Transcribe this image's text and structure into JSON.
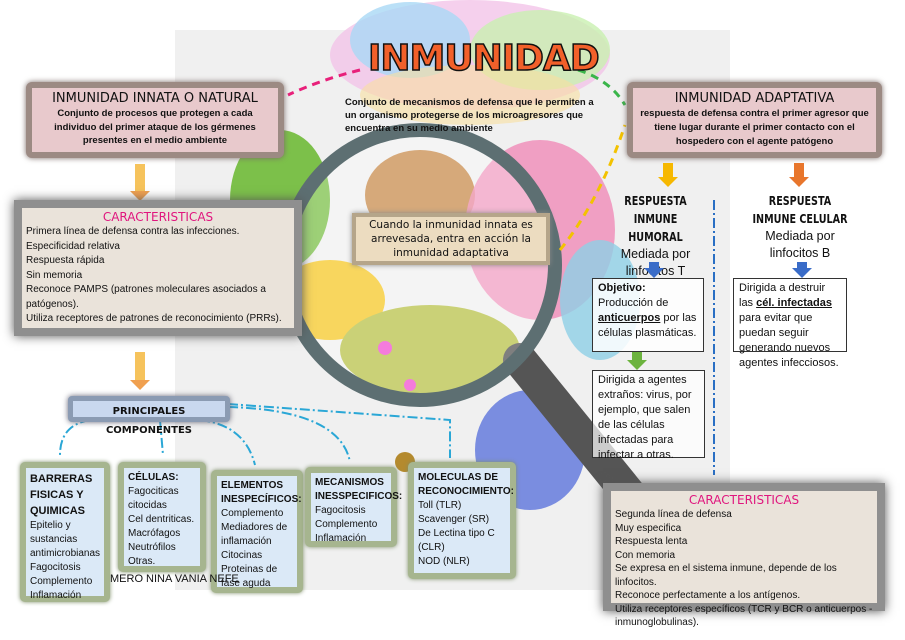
{
  "title": "INMUNIDAD",
  "intro": "Conjunto de mecanismos de defensa que le permiten a un organismo protegerse de los microagresores que encuentra en su medio ambiente",
  "transition_note": "Cuando la inmunidad innata es arrevesada, entra en acción la inmunidad adaptativa",
  "innate": {
    "title": "INMUNIDAD INNATA O NATURAL",
    "description": "Conjunto de procesos que protegen a cada individuo del primer ataque de los gérmenes presentes en el medio ambiente",
    "characteristics_title": "CARACTERISTICAS",
    "characteristics": [
      "Primera línea de defensa contra las infecciones.",
      "Especificidad relativa",
      "Respuesta rápida",
      "Sin memoria",
      "Reconoce PAMPS (patrones moleculares asociados a patógenos).",
      "Utiliza receptores de patrones de reconocimiento (PRRs)."
    ],
    "components_title": "PRINCIPALES COMPONENTES",
    "components": [
      {
        "title": "BARRERAS FISICAS Y QUIMICAS",
        "items": [
          "Epitelio y sustancias antimicrobianas",
          "Fagocitosis",
          "Complemento",
          "Inflamación"
        ]
      },
      {
        "title": "CÉLULAS:",
        "items": [
          "Fagociticas citocidas",
          "Cel dentriticas.",
          "Macrófagos",
          "Neutrófilos",
          "Otras."
        ]
      },
      {
        "title": "ELEMENTOS INESPECÍFICOS:",
        "items": [
          "Complemento",
          "Mediadores de inflamación",
          "Citocinas",
          "Proteinas de fase aguda"
        ]
      },
      {
        "title": "MECANISMOS INESSPECIFICOS:",
        "items": [
          "Fagocitosis",
          "Complemento",
          "Inflamación"
        ]
      },
      {
        "title": "MOLECULAS DE RECONOCIMIENTO:",
        "items": [
          "Toll (TLR)",
          "Scavenger (SR)",
          "De Lectina tipo C (CLR)",
          "NOD (NLR)"
        ]
      }
    ]
  },
  "author_fragment": "MERO NINA VANIA NEFE",
  "adaptive": {
    "title": "INMUNIDAD ADAPTATIVA",
    "description": "respuesta de defensa contra el primer agresor que tiene lugar durante el primer contacto con el hospedero con el agente patógeno",
    "humoral": {
      "title": "RESPUESTA INMUNE HUMORAL",
      "subtitle": "Mediada por linfocitos T",
      "objective_label": "Objetivo:",
      "objective_pre": " Producción de ",
      "objective_key": "anticuerpos",
      "objective_post": " por las células plasmáticas.",
      "target": "Dirigida a agentes extraños: virus, por ejemplo, que salen de las células infectadas para infectar a otras."
    },
    "cellular": {
      "title": "RESPUESTA INMUNE CELULAR",
      "subtitle": "Mediada por linfocitos B",
      "pre": "Dirigida a destruir las ",
      "key": "cél. infectadas",
      "post": " para evitar que puedan seguir generando nuevos agentes infecciosos."
    },
    "characteristics_title": "CARACTERISTICAS",
    "characteristics": [
      "Segunda línea de defensa",
      "Muy especifica",
      "Respuesta lenta",
      "Con memoria",
      "Se expresa en el sistema inmune, depende de los linfocitos.",
      "Reconoce perfectamente a los antígenos.",
      "Utiliza receptores específicos (TCR y BCR o anticuerpos - inmunoglobulinas)."
    ]
  },
  "colors": {
    "accent_pink": "#e0167e",
    "box_pink": "#e8c9cc",
    "comp_blue": "#dbe9f7",
    "comp_border": "#a6b58f"
  }
}
